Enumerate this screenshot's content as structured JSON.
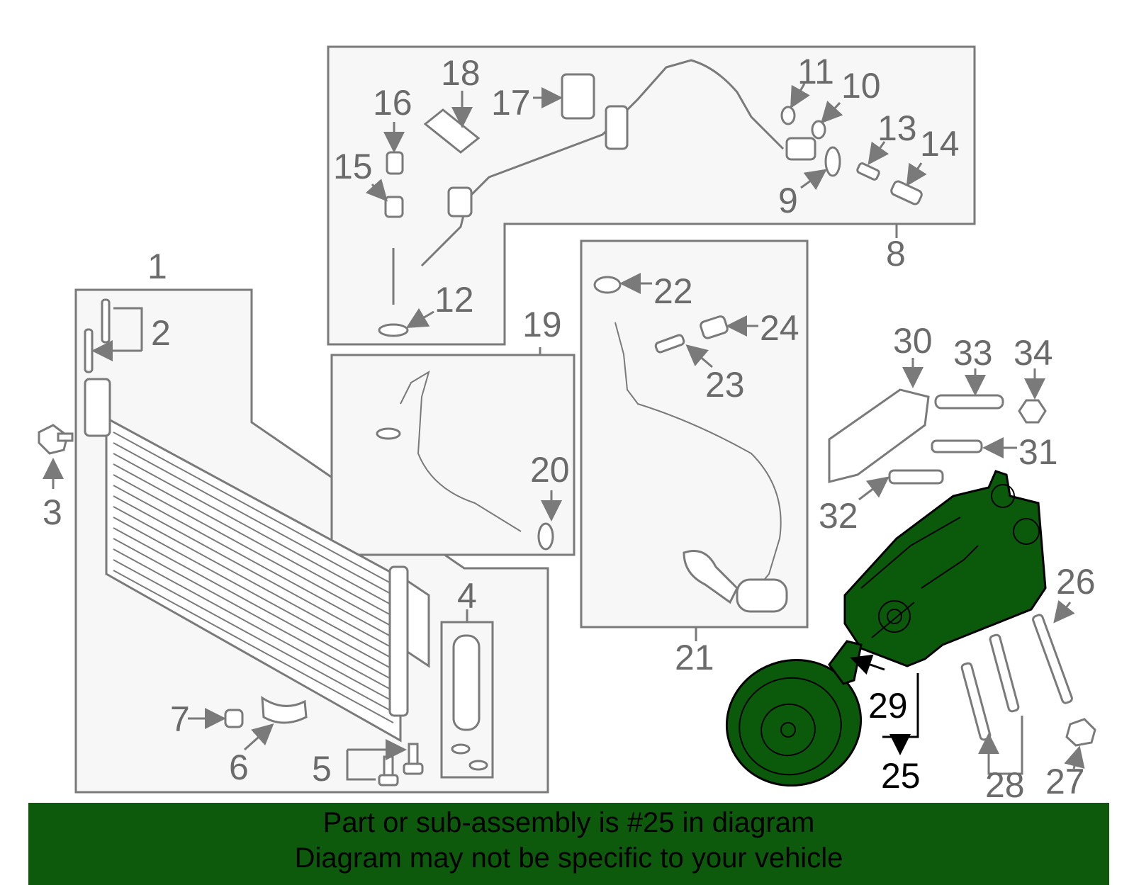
{
  "labels": {
    "n1": "1",
    "n2": "2",
    "n3": "3",
    "n4": "4",
    "n5": "5",
    "n6": "6",
    "n7": "7",
    "n8": "8",
    "n9": "9",
    "n10": "10",
    "n11": "11",
    "n12": "12",
    "n13": "13",
    "n14": "14",
    "n15": "15",
    "n16": "16",
    "n17": "17",
    "n18": "18",
    "n19": "19",
    "n20": "20",
    "n21": "21",
    "n22": "22",
    "n23": "23",
    "n24": "24",
    "n25": "25",
    "n26": "26",
    "n27": "27",
    "n28": "28",
    "n29": "29",
    "n30": "30",
    "n31": "31",
    "n32": "32",
    "n33": "33",
    "n34": "34"
  },
  "highlight": {
    "part_number": "25",
    "fill_color": "#0b5a0b",
    "banner_color": "#0d5a0d"
  },
  "banner": {
    "line1": "Part or sub-assembly is #25 in diagram",
    "line2": "Diagram may not be specific to your vehicle"
  }
}
